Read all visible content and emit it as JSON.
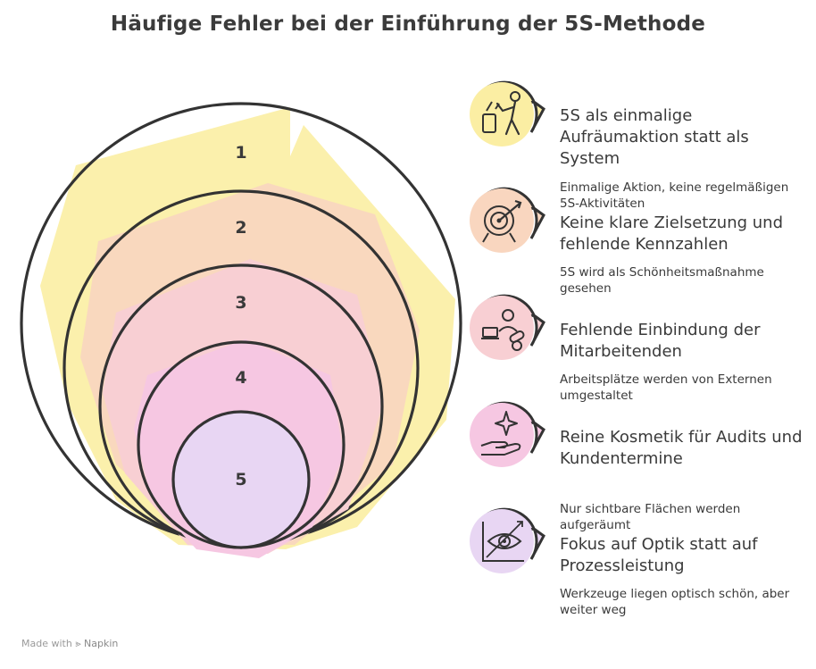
{
  "title": "Häufige Fehler bei der Einführung der 5S-Methode",
  "colors": {
    "ring1": "#fbeea3",
    "ring2": "#f9d6bf",
    "ring3": "#f8cfd3",
    "ring4": "#f6c7e2",
    "ring5": "#e8d6f3",
    "stroke": "#333333"
  },
  "rings": [
    {
      "number": "1"
    },
    {
      "number": "2"
    },
    {
      "number": "3"
    },
    {
      "number": "4"
    },
    {
      "number": "5"
    }
  ],
  "items": [
    {
      "title": "5S als einmalige Aufräumaktion statt als System",
      "description": "Einmalige Aktion, keine regelmäßigen 5S-Aktivitäten",
      "icon": "cleaning-person-icon"
    },
    {
      "title": "Keine klare Zielsetzung und fehlende Kennzahlen",
      "description": "5S wird als Schönheitsmaßnahme gesehen",
      "icon": "target-arrow-icon"
    },
    {
      "title": "Fehlende Einbindung der Mitarbeitenden",
      "description": "Arbeitsplätze werden von Externen umgestaltet",
      "icon": "person-laptop-pills-icon"
    },
    {
      "title": "Reine Kosmetik für Audits und Kundentermine",
      "description": "Nur sichtbare Flächen werden aufgeräumt",
      "icon": "hand-sparkle-icon"
    },
    {
      "title": "Fokus auf Optik statt auf Prozessleistung",
      "description": "Werkzeuge liegen optisch schön, aber weiter weg",
      "icon": "eye-chart-icon"
    }
  ],
  "footer": {
    "made_with": "Made with",
    "brand": "Napkin"
  }
}
